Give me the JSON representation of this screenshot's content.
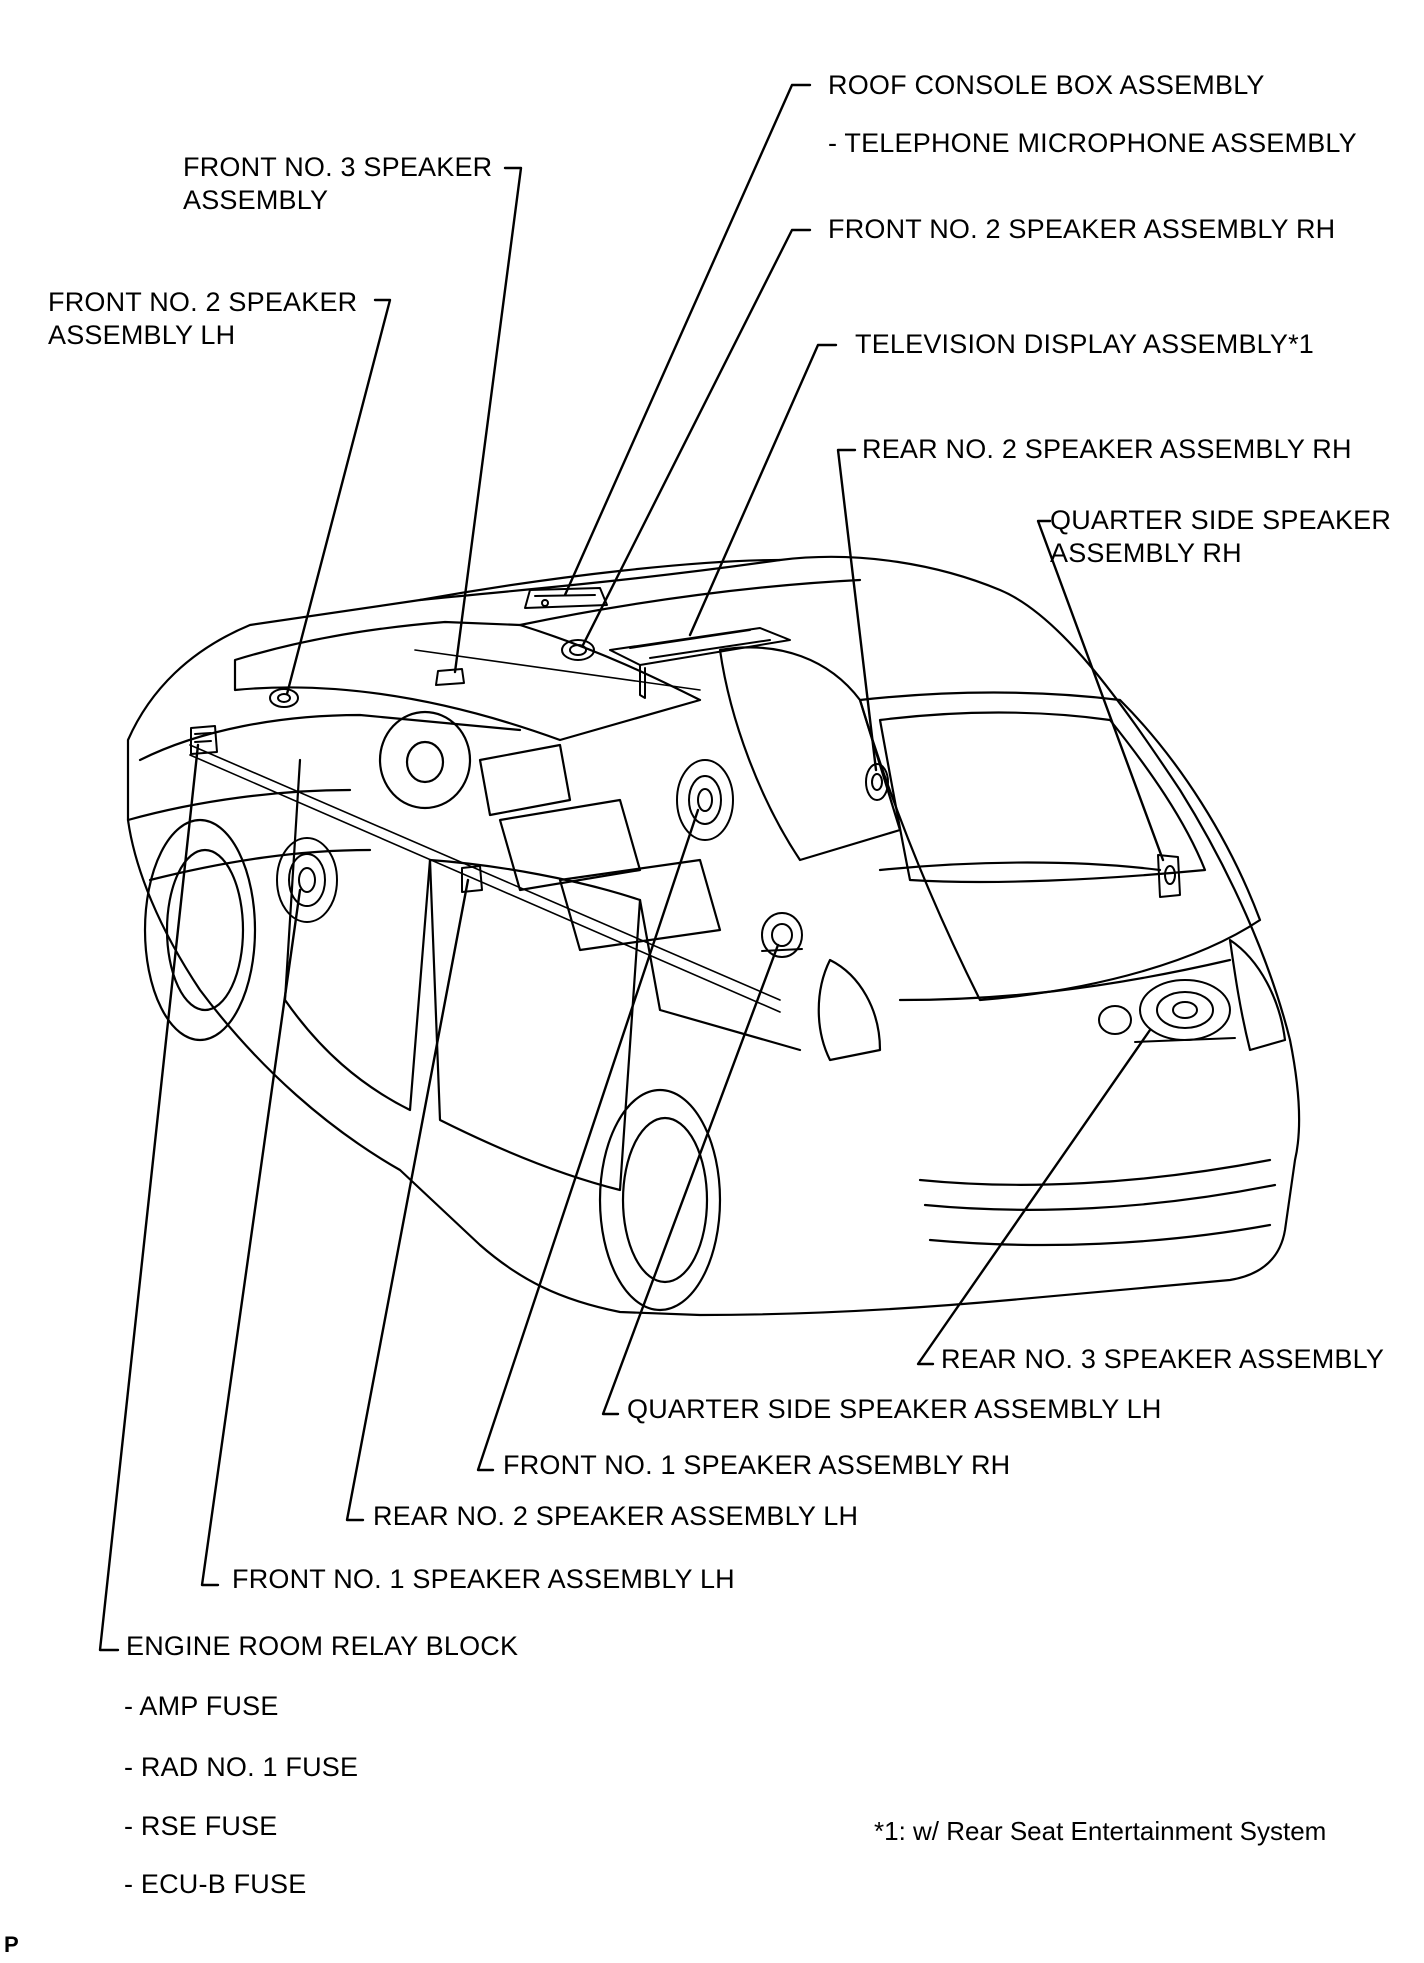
{
  "labels": {
    "roof_console": "ROOF CONSOLE BOX ASSEMBLY",
    "roof_console_sub": "- TELEPHONE MICROPHONE ASSEMBLY",
    "front3_l1": "FRONT NO. 3 SPEAKER",
    "front3_l2": "ASSEMBLY",
    "front2_rh": "FRONT NO. 2 SPEAKER ASSEMBLY RH",
    "front2_lh_l1": "FRONT NO. 2 SPEAKER",
    "front2_lh_l2": "ASSEMBLY LH",
    "tv_display": "TELEVISION DISPLAY ASSEMBLY*1",
    "rear2_rh": "REAR NO. 2 SPEAKER ASSEMBLY RH",
    "quarter_rh_l1": "QUARTER SIDE SPEAKER",
    "quarter_rh_l2": "ASSEMBLY RH",
    "rear3": "REAR NO. 3 SPEAKER ASSEMBLY",
    "quarter_lh": "QUARTER SIDE SPEAKER ASSEMBLY LH",
    "front1_rh": "FRONT NO. 1 SPEAKER ASSEMBLY RH",
    "rear2_lh": "REAR NO. 2 SPEAKER ASSEMBLY LH",
    "front1_lh": "FRONT NO. 1 SPEAKER ASSEMBLY LH",
    "engine_relay": "ENGINE ROOM RELAY BLOCK",
    "fuses": [
      "- AMP FUSE",
      "- RAD NO. 1 FUSE",
      "- RSE FUSE",
      "- ECU-B FUSE"
    ]
  },
  "footnote": "*1: w/ Rear Seat Entertainment System",
  "page_mark": "P"
}
